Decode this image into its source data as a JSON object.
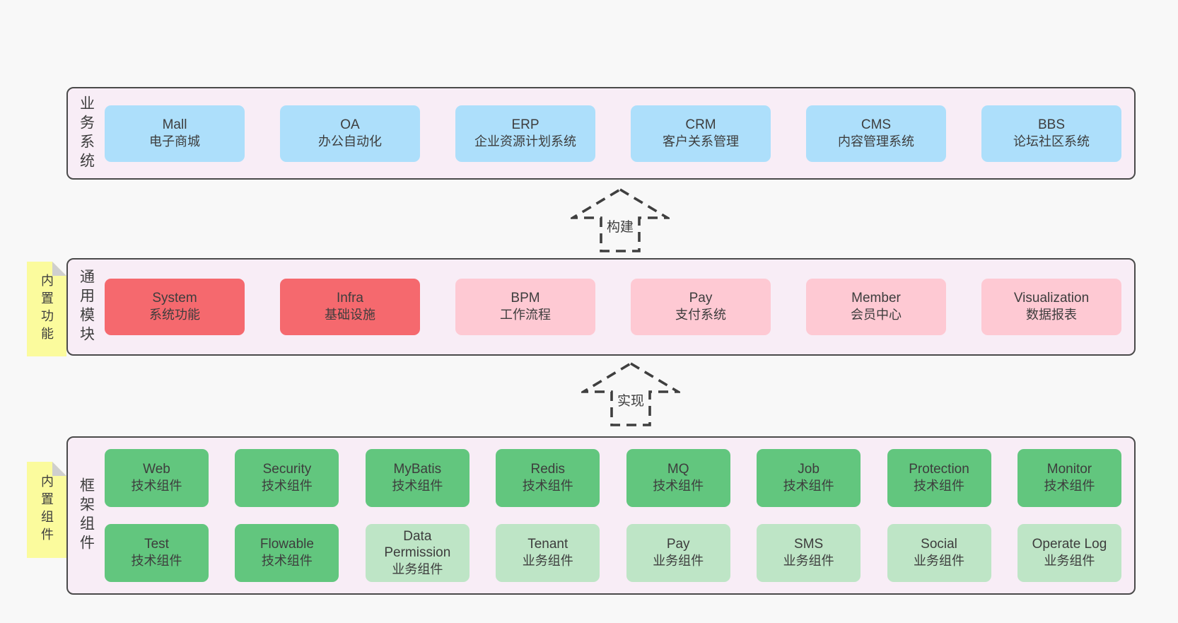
{
  "colors": {
    "page_bg": "#f8f8f8",
    "panel_bg": "#f8edf6",
    "panel_border": "#4a4a4a",
    "box_blue": "#addffb",
    "box_red": "#f5696e",
    "box_pink": "#fec9d3",
    "box_green": "#62c67e",
    "box_light_green": "#bee5c6",
    "note_yellow": "#fbfb9d",
    "note_fold_gray": "#cfcfcf",
    "text": "#3d3d3d"
  },
  "layers": {
    "business": {
      "label": "业务系统",
      "boxes": [
        {
          "name": "Mall",
          "desc": "电子商城",
          "variant": "blue"
        },
        {
          "name": "OA",
          "desc": "办公自动化",
          "variant": "blue"
        },
        {
          "name": "ERP",
          "desc": "企业资源计划系统",
          "variant": "blue"
        },
        {
          "name": "CRM",
          "desc": "客户关系管理",
          "variant": "blue"
        },
        {
          "name": "CMS",
          "desc": "内容管理系统",
          "variant": "blue"
        },
        {
          "name": "BBS",
          "desc": "论坛社区系统",
          "variant": "blue"
        }
      ]
    },
    "modules": {
      "label": "通用模块",
      "note": "内置功能",
      "boxes": [
        {
          "name": "System",
          "desc": "系统功能",
          "variant": "red"
        },
        {
          "name": "Infra",
          "desc": "基础设施",
          "variant": "red"
        },
        {
          "name": "BPM",
          "desc": "工作流程",
          "variant": "pink"
        },
        {
          "name": "Pay",
          "desc": "支付系统",
          "variant": "pink"
        },
        {
          "name": "Member",
          "desc": "会员中心",
          "variant": "pink"
        },
        {
          "name": "Visualization",
          "desc": "数据报表",
          "variant": "pink"
        }
      ]
    },
    "framework": {
      "label": "框架组件",
      "note": "内置组件",
      "row1": [
        {
          "name": "Web",
          "desc": "技术组件",
          "variant": "green"
        },
        {
          "name": "Security",
          "desc": "技术组件",
          "variant": "green"
        },
        {
          "name": "MyBatis",
          "desc": "技术组件",
          "variant": "green"
        },
        {
          "name": "Redis",
          "desc": "技术组件",
          "variant": "green"
        },
        {
          "name": "MQ",
          "desc": "技术组件",
          "variant": "green"
        },
        {
          "name": "Job",
          "desc": "技术组件",
          "variant": "green"
        },
        {
          "name": "Protection",
          "desc": "技术组件",
          "variant": "green"
        },
        {
          "name": "Monitor",
          "desc": "技术组件",
          "variant": "green"
        }
      ],
      "row2": [
        {
          "name": "Test",
          "desc": "技术组件",
          "variant": "green"
        },
        {
          "name": "Flowable",
          "desc": "技术组件",
          "variant": "green"
        },
        {
          "name": "Data Permission",
          "desc": "业务组件",
          "variant": "light"
        },
        {
          "name": "Tenant",
          "desc": "业务组件",
          "variant": "light"
        },
        {
          "name": "Pay",
          "desc": "业务组件",
          "variant": "light"
        },
        {
          "name": "SMS",
          "desc": "业务组件",
          "variant": "light"
        },
        {
          "name": "Social",
          "desc": "业务组件",
          "variant": "light"
        },
        {
          "name": "Operate Log",
          "desc": "业务组件",
          "variant": "light"
        }
      ]
    }
  },
  "arrows": {
    "build": "构建",
    "implement": "实现"
  }
}
